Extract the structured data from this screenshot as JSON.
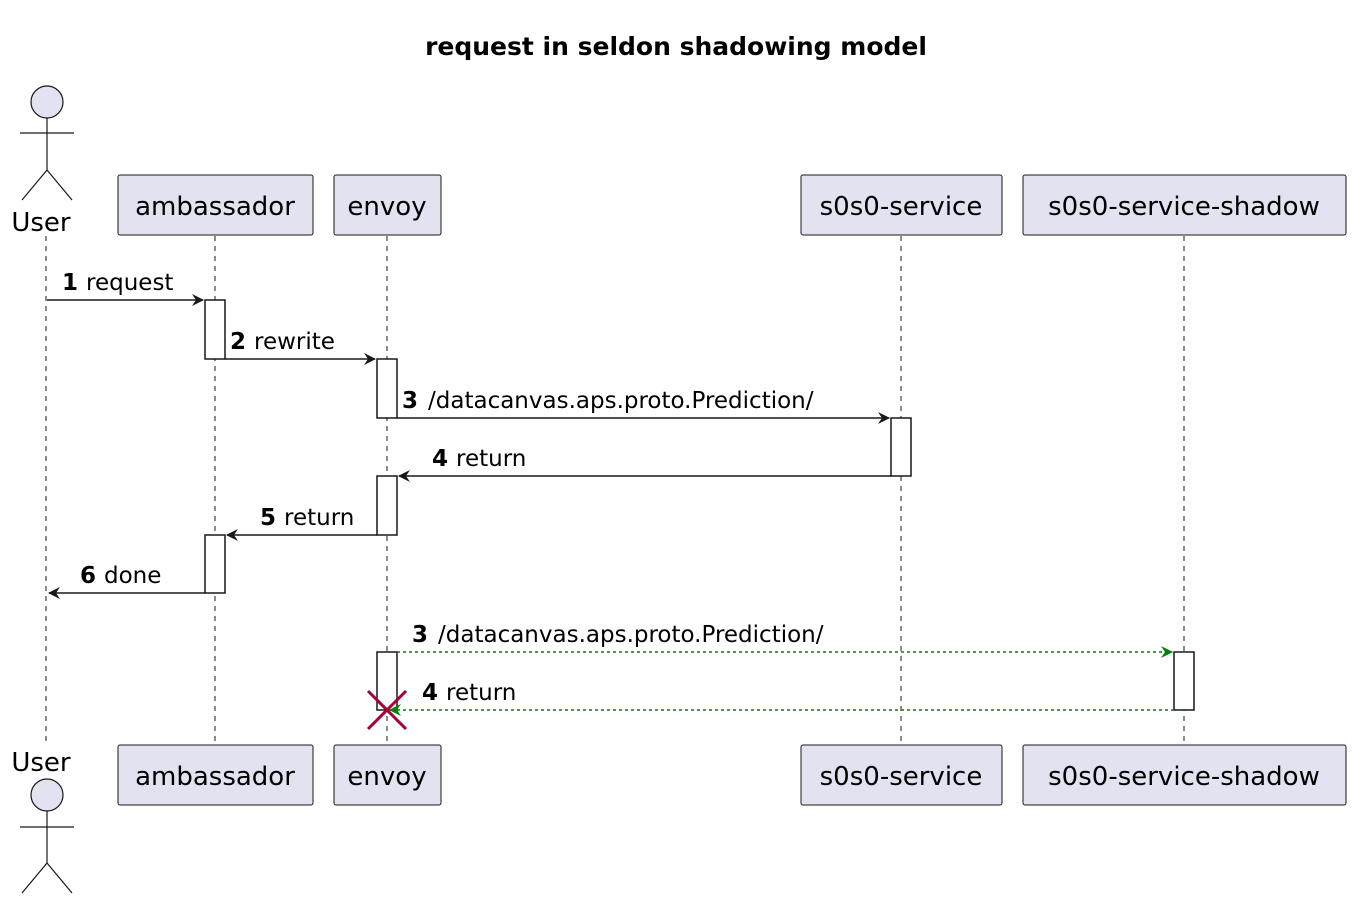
{
  "diagram": {
    "title": "request in seldon shadowing model",
    "participants": [
      {
        "id": "user",
        "kind": "actor",
        "label": "User"
      },
      {
        "id": "ambassador",
        "kind": "participant",
        "label": "ambassador"
      },
      {
        "id": "envoy",
        "kind": "participant",
        "label": "envoy"
      },
      {
        "id": "s0s0-service",
        "kind": "participant",
        "label": "s0s0-service"
      },
      {
        "id": "s0s0-service-shadow",
        "kind": "participant",
        "label": "s0s0-service-shadow"
      }
    ],
    "messages": [
      {
        "num": "1",
        "text": "request",
        "from": "user",
        "to": "ambassador",
        "style": "solid",
        "color": "#181818"
      },
      {
        "num": "2",
        "text": "rewrite",
        "from": "ambassador",
        "to": "envoy",
        "style": "solid",
        "color": "#181818"
      },
      {
        "num": "3",
        "text": "/datacanvas.aps.proto.Prediction/",
        "from": "envoy",
        "to": "s0s0-service",
        "style": "solid",
        "color": "#181818"
      },
      {
        "num": "4",
        "text": "return",
        "from": "s0s0-service",
        "to": "envoy",
        "style": "solid",
        "color": "#181818"
      },
      {
        "num": "5",
        "text": "return",
        "from": "envoy",
        "to": "ambassador",
        "style": "solid",
        "color": "#181818"
      },
      {
        "num": "6",
        "text": "done",
        "from": "ambassador",
        "to": "user",
        "style": "solid",
        "color": "#181818"
      },
      {
        "num": "3",
        "text": "/datacanvas.aps.proto.Prediction/",
        "from": "envoy",
        "to": "s0s0-service-shadow",
        "style": "dotted",
        "color": "#008000"
      },
      {
        "num": "4",
        "text": "return",
        "from": "s0s0-service-shadow",
        "to": "envoy",
        "style": "dotted",
        "color": "#008000"
      }
    ],
    "destroy": {
      "participant": "envoy",
      "color": "#a80036"
    },
    "colors": {
      "participant_fill": "#e2e2f0",
      "line": "#181818",
      "shadow_arrow": "#008000",
      "destroy_mark": "#a80036"
    }
  }
}
